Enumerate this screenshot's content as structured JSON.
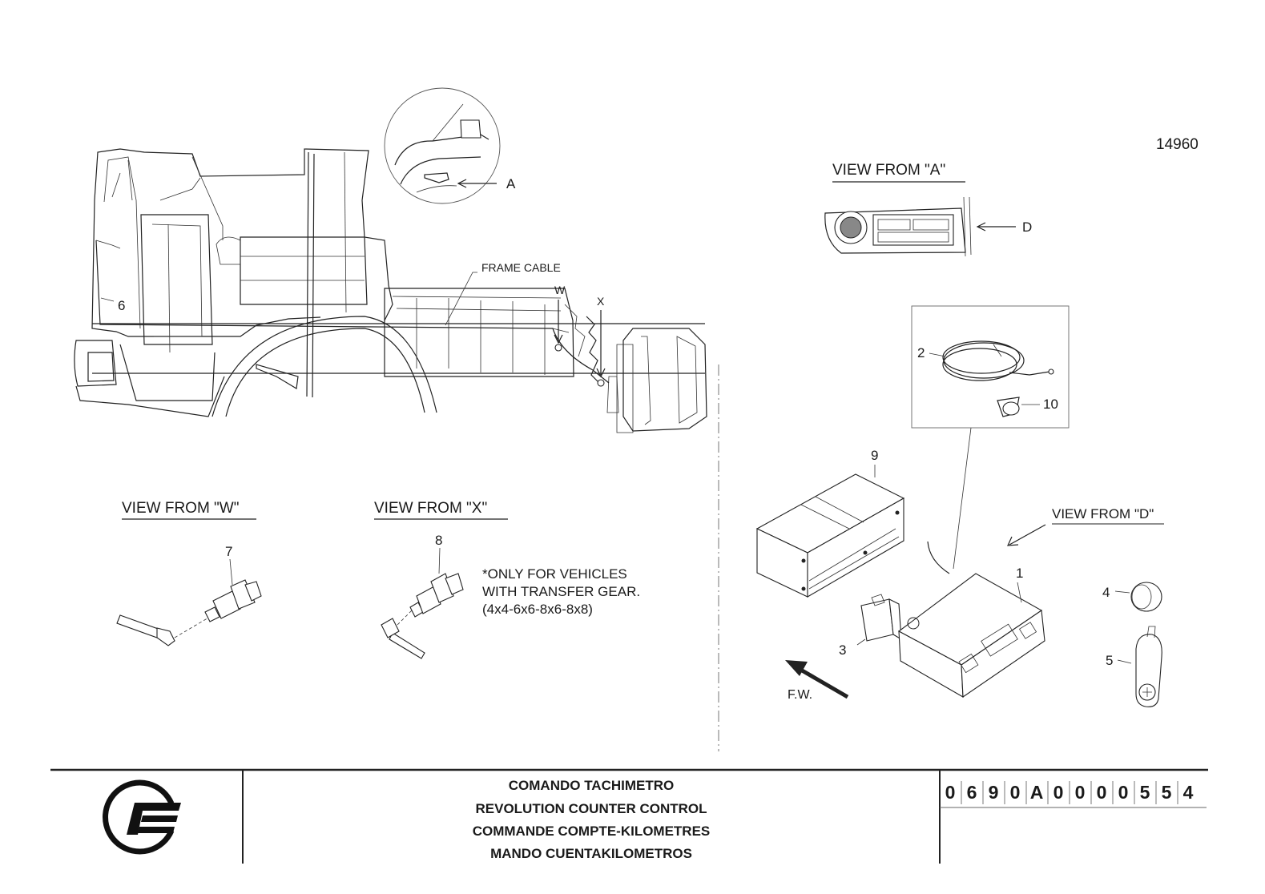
{
  "drawing_number": "14960",
  "views": {
    "a": "VIEW FROM \"A\"",
    "d": "VIEW FROM \"D\"",
    "w": "VIEW FROM \"W\"",
    "x": "VIEW FROM \"X\""
  },
  "labels": {
    "frame_cable": "FRAME CABLE",
    "a": "A",
    "d": "D",
    "w": "W",
    "x": "X",
    "fw": "F.W."
  },
  "callouts": [
    "1",
    "2",
    "3",
    "4",
    "5",
    "6",
    "7",
    "8",
    "9",
    "10"
  ],
  "note": {
    "line1": "*ONLY FOR VEHICLES",
    "line2": "WITH TRANSFER GEAR.",
    "line3": "(4x4-6x6-8x6-8x8)"
  },
  "title_block": {
    "titles": [
      "COMANDO TACHIMETRO",
      "REVOLUTION COUNTER CONTROL",
      "COMMANDE COMPTE-KILOMETRES",
      "MANDO CUENTAKILOMETROS"
    ],
    "code_chars": [
      "0",
      "6",
      "9",
      "0",
      "A",
      "0",
      "0",
      "0",
      "0",
      "5",
      "5",
      "4"
    ]
  }
}
